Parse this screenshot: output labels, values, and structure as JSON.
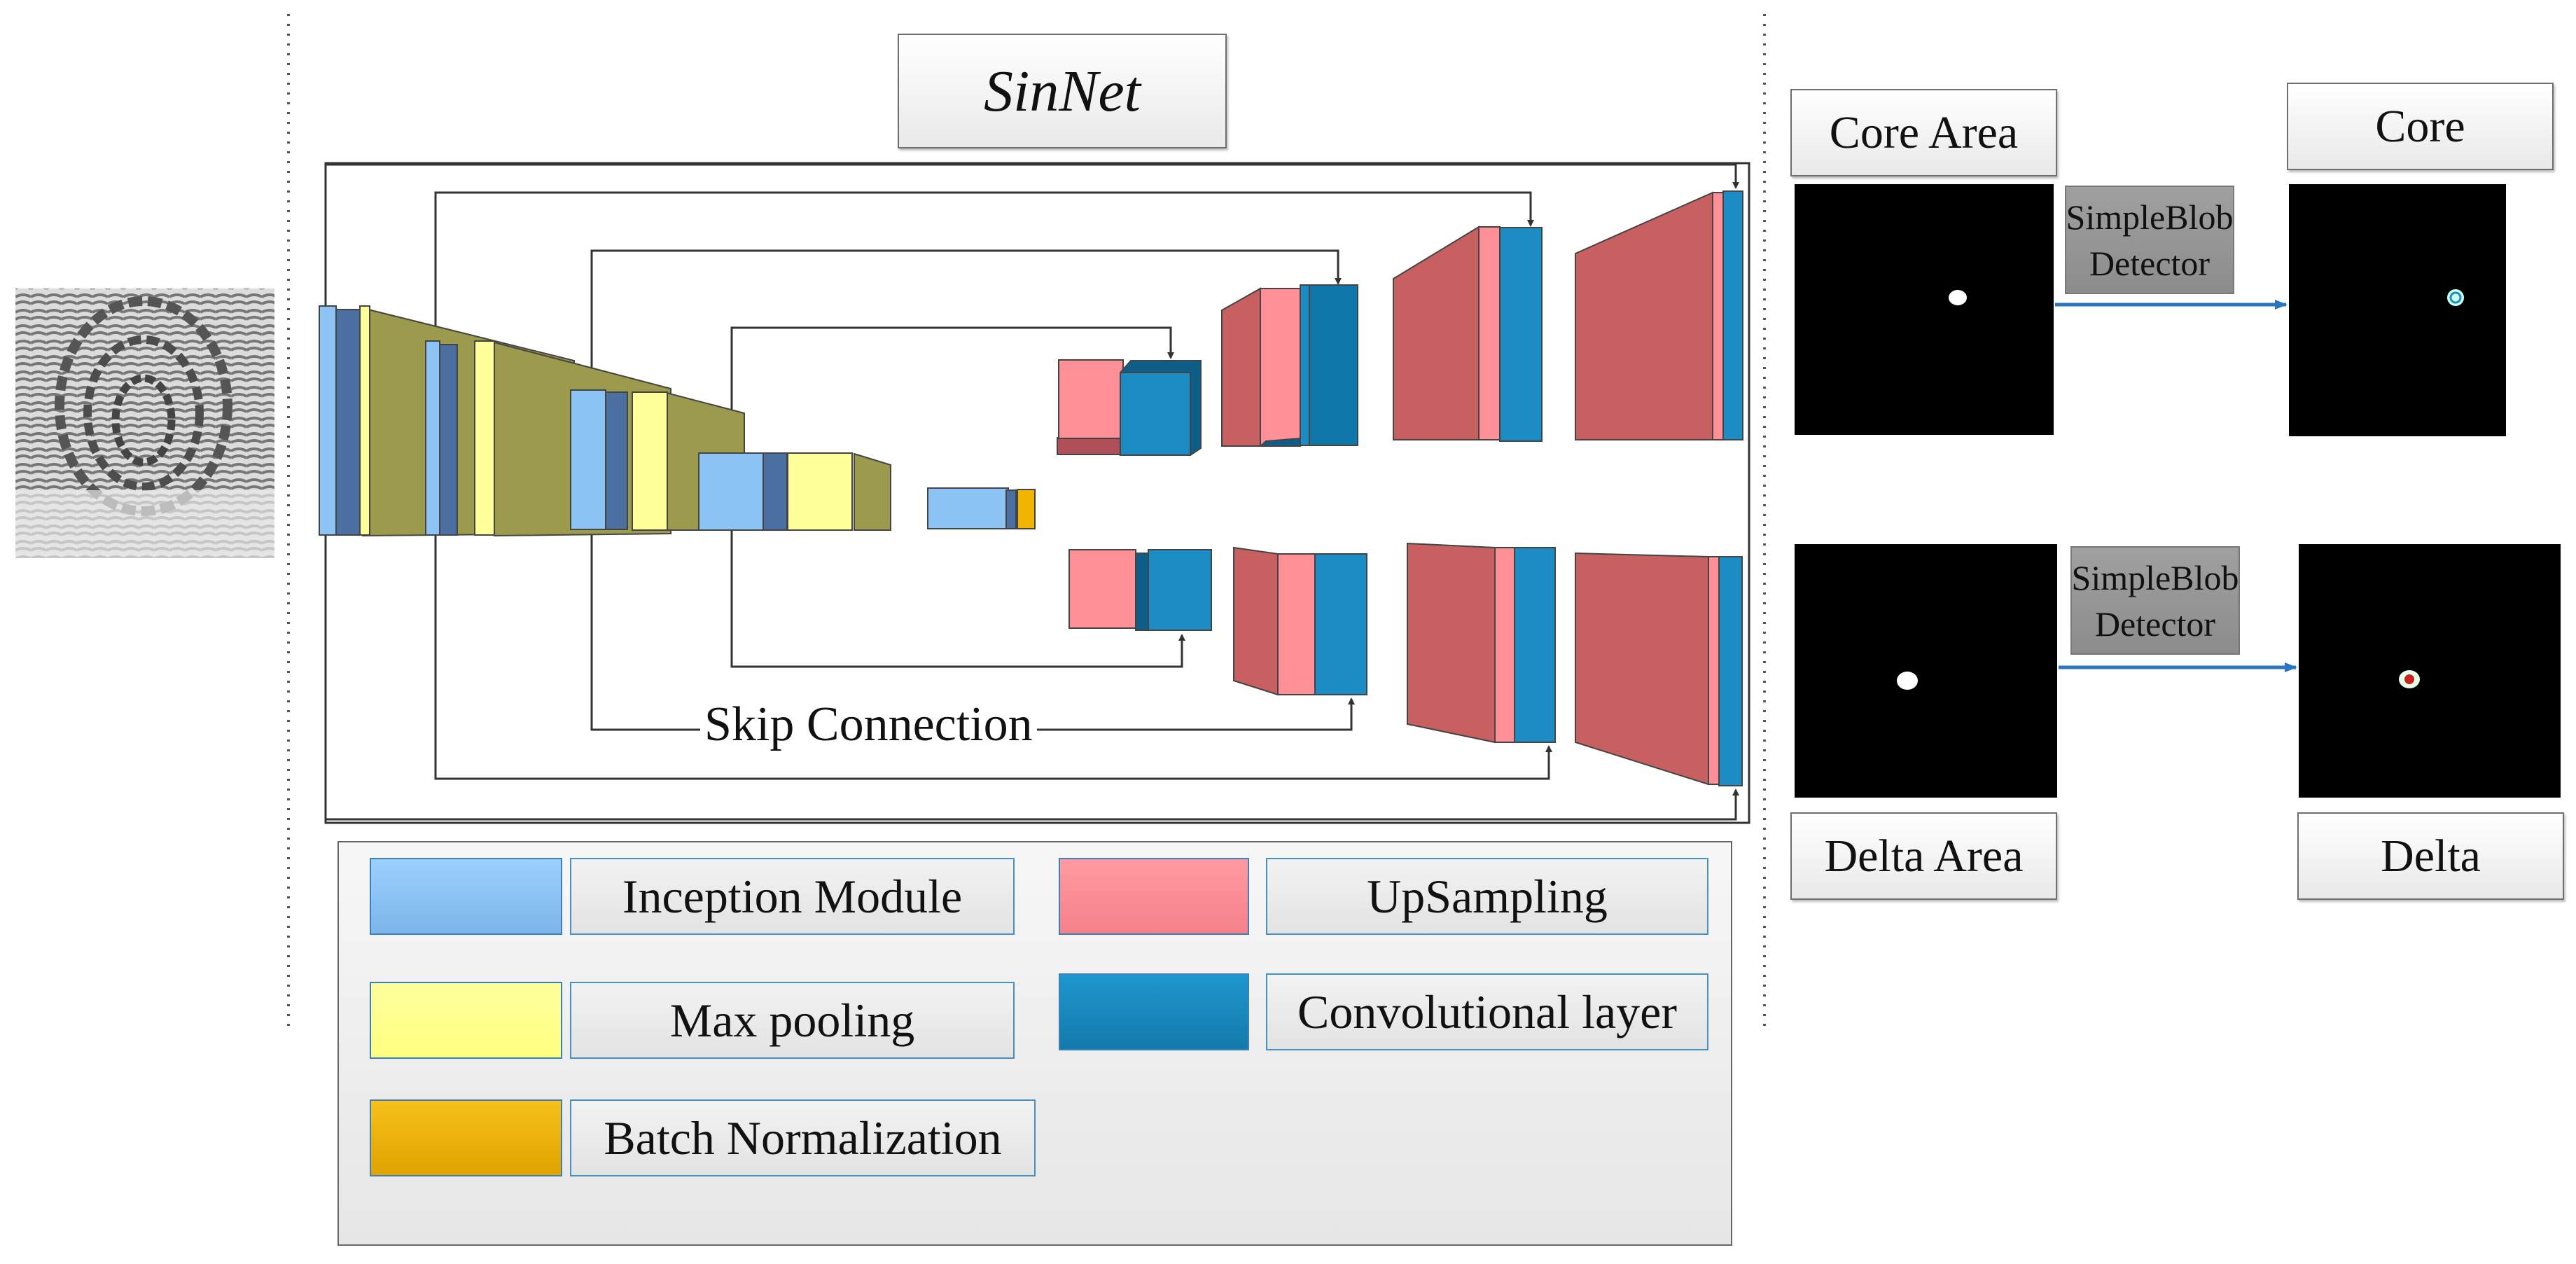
{
  "title": "SinNet",
  "skip_label": "Skip Connection",
  "outputs": {
    "core_area": "Core Area",
    "core": "Core",
    "delta_area": "Delta Area",
    "delta": "Delta",
    "detector_line1": "SimpleBlob",
    "detector_line2": "Detector"
  },
  "legend": {
    "inception": "Inception Module",
    "maxpool": "Max pooling",
    "batchnorm": "Batch Normalization",
    "upsampling": "UpSampling",
    "conv": "Convolutional layer"
  },
  "colors": {
    "inception": "#8ec3f5",
    "maxpool": "#ffff99",
    "batchnorm": "#f2b400",
    "upsampling": "#ff9097",
    "conv": "#1b8cc4",
    "encoder_body": "#9c9a4c",
    "arrow_blue": "#2a74c0"
  }
}
